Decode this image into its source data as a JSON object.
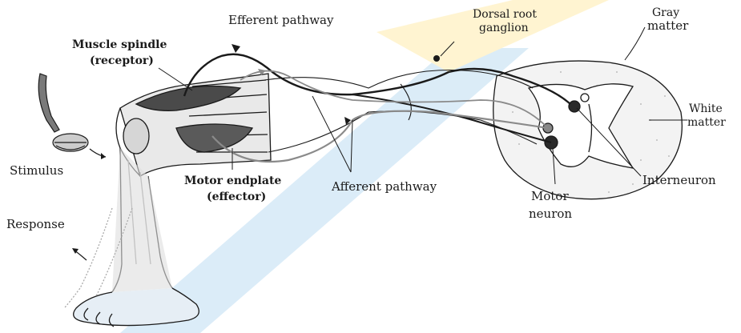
{
  "labels": {
    "efferent_pathway": "Efferent pathway",
    "dorsal_root_line1": "Dorsal root",
    "dorsal_root_line2": "ganglion",
    "gray_line1": "Gray",
    "gray_line2": "matter",
    "white_line1": "White",
    "white_line2": "matter",
    "muscle_spindle_line1": "Muscle spindle",
    "muscle_spindle_line2": "(receptor)",
    "stimulus": "Stimulus",
    "motor_endplate_line1": "Motor endplate",
    "motor_endplate_line2": "(effector)",
    "afferent_pathway": "Afferent pathway",
    "motor_neuron_line1": "Motor",
    "motor_neuron_line2": "neuron",
    "interneuron": "Interneuron",
    "response": "Response"
  },
  "colors": {
    "ink": "#1a1a1a",
    "watermark_blue": "#cfe6f5",
    "watermark_yellow": "#fff1c2",
    "shade": "#cfcfcf",
    "muscle_dark": "#3a3a3a"
  }
}
